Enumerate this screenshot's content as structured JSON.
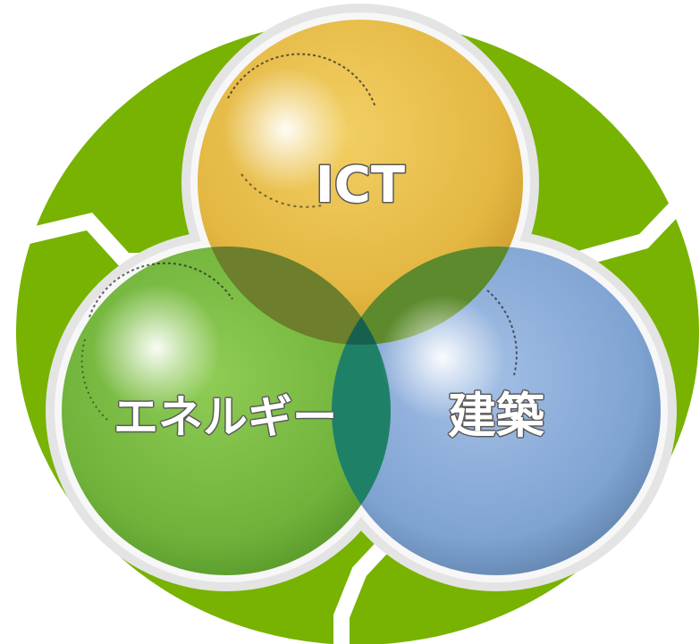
{
  "diagram": {
    "circles": [
      {
        "id": "ict",
        "label": "ICT",
        "color": "#e3b742"
      },
      {
        "id": "energy",
        "label": "エネルギー",
        "color": "#6fb23a"
      },
      {
        "id": "architecture",
        "label": "建築",
        "color": "#7fa3d2"
      }
    ],
    "background_ring_color": "#77b300",
    "overlap_colors": {
      "ict_energy": "#6d7e2c",
      "ict_architecture": "#5c8a2c",
      "energy_architecture": "#1f8068",
      "center": "#17604f"
    }
  }
}
